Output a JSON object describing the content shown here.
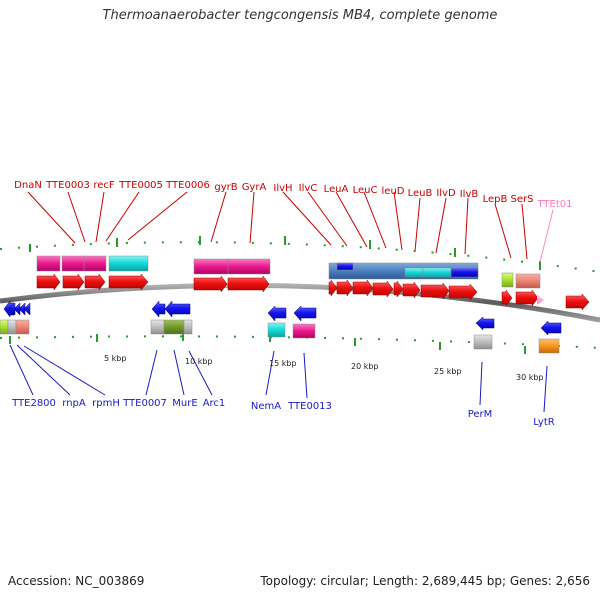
{
  "title": "Thermoanaerobacter tengcongensis MB4, complete genome",
  "accession": "Accession: NC_003869",
  "summary": "Topology: circular; Length: 2,689,445 bp; Genes: 2,656",
  "scale_labels": [
    "5 kbp",
    "10 kbp",
    "15 kbp",
    "20 kbp",
    "25 kbp",
    "30 kbp"
  ],
  "top_gene_labels": [
    "DnaN",
    "TTE0003",
    "recF",
    "TTE0005",
    "TTE0006",
    "gyrB",
    "GyrA",
    "IlvH",
    "IlvC",
    "LeuA",
    "LeuC",
    "leuD",
    "LeuB",
    "IlvD",
    "IlvB",
    "LepB",
    "SerS",
    "TTEt01"
  ],
  "bottom_gene_labels": [
    "TTE2800",
    "rnpA",
    "rpmH",
    "TTE0007",
    "MurE",
    "Arc1",
    "NemA",
    "TTE0013",
    "PerM",
    "LytR"
  ],
  "colors": {
    "forward_cds": "#ee1111",
    "reverse_cds": "#1111ee",
    "forward_label": "#cc0000",
    "reverse_label": "#1a1acc",
    "trna_label": "#ff77bb",
    "genome_line": "#888888",
    "ticks": "#229922"
  }
}
